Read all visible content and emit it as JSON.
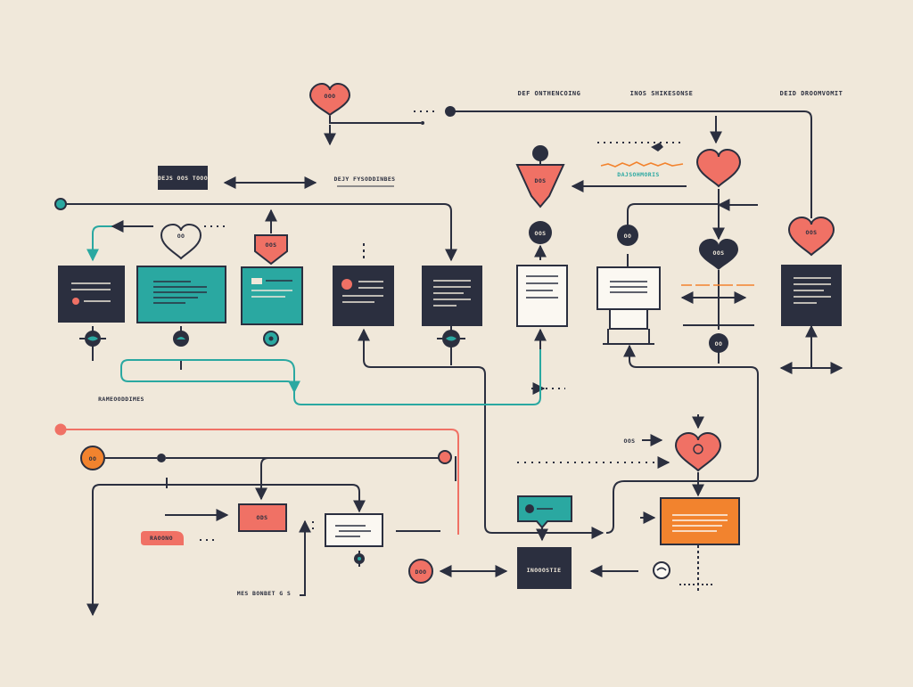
{
  "colors": {
    "background": "#f0e8da",
    "navy": "#2b2f3f",
    "teal": "#2aa8a1",
    "coral": "#f07165",
    "orange": "#f2832e",
    "white": "#fbf8f2"
  },
  "headers": {
    "h1": "DEF ONTHENCOING",
    "h2": "INOS SHIKESONSE",
    "h3": "DEID DROOMVOMIT"
  },
  "labels": {
    "l_top_heart": "OOO",
    "l_top_box": "DEJS OOS TOOO",
    "l_sub_title": "DEJY FYSODDINBES",
    "l_funnel": "DOS",
    "l_funnel_dark": "OOS",
    "l_teal_caption": "DAJSOHMORIS",
    "l_small_heart": "OO",
    "l_coral_tag": "OOS",
    "l_dark_circle": "OOS",
    "l_dark_heart": "OOS",
    "l_right_heart": "OOS",
    "l_dark_circle2": "OO",
    "l_left_caption": "RAMEOODDIMES",
    "l_orange_circle": "OO",
    "l_coral_rect": "ODS",
    "l_coral_pill": "RAOONO",
    "l_coral_circle": "DOO",
    "l_navy_bottom": "INOOOSTIE",
    "l_bottom_caption": "MES BONBET G S",
    "l_left_dash": "OOS",
    "l_right_small": "OO"
  },
  "icons": [
    "heart-icon",
    "eye-icon",
    "chat-bubble-icon",
    "circle-node-icon",
    "funnel-icon",
    "arrow-icon",
    "connector-dot-icon"
  ]
}
